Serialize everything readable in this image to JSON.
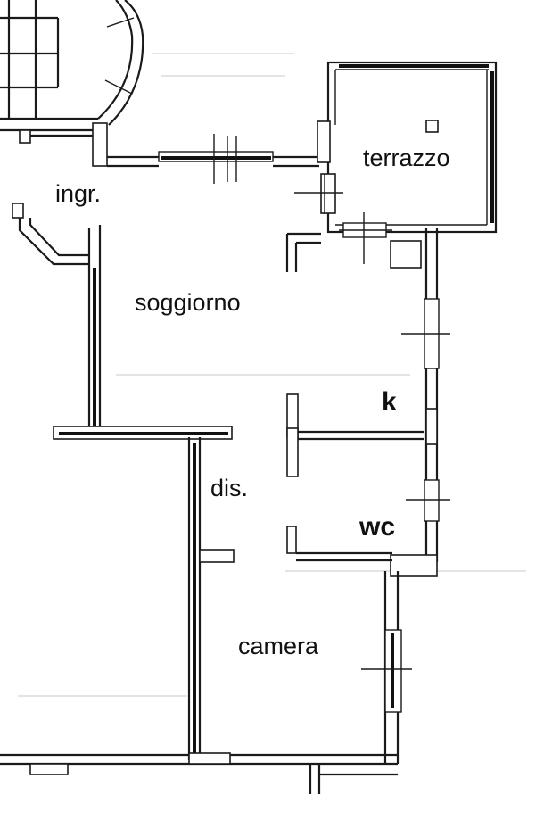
{
  "rooms": {
    "terrazzo": "terrazzo",
    "ingresso": "ingr.",
    "soggiorno": "soggiorno",
    "cucina": "k",
    "disimpegno": "dis.",
    "bagno": "wc",
    "camera": "camera"
  },
  "colors": {
    "ink": "#1a1a1a",
    "paper": "#ffffff"
  }
}
